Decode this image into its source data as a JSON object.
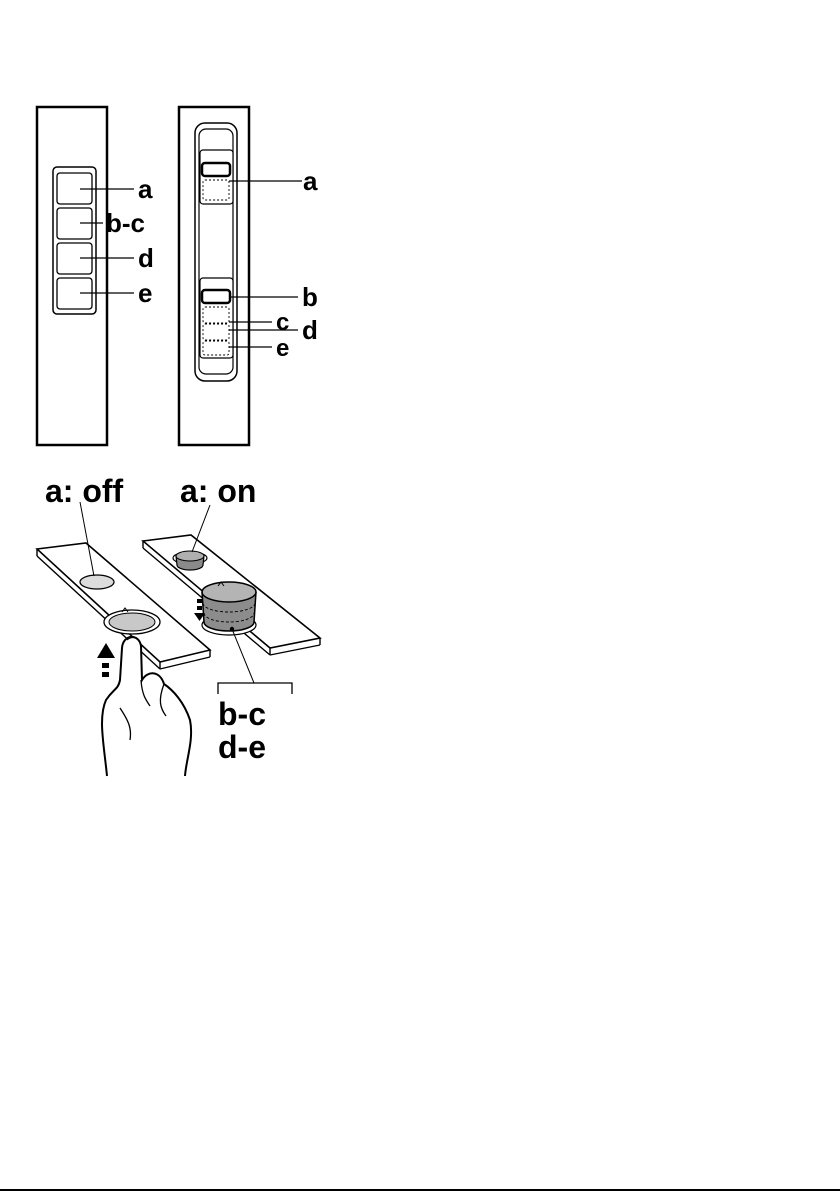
{
  "panel_left": {
    "labels": {
      "a": "a",
      "bc": "b-c",
      "d": "d",
      "e": "e"
    }
  },
  "panel_right": {
    "labels": {
      "a": "a",
      "b": "b",
      "c": "c",
      "d": "d",
      "e": "e"
    }
  },
  "knob_illustration": {
    "state_off": "a: off",
    "state_on": "a: on",
    "group_line1": "b-c",
    "group_line2": "d-e"
  }
}
